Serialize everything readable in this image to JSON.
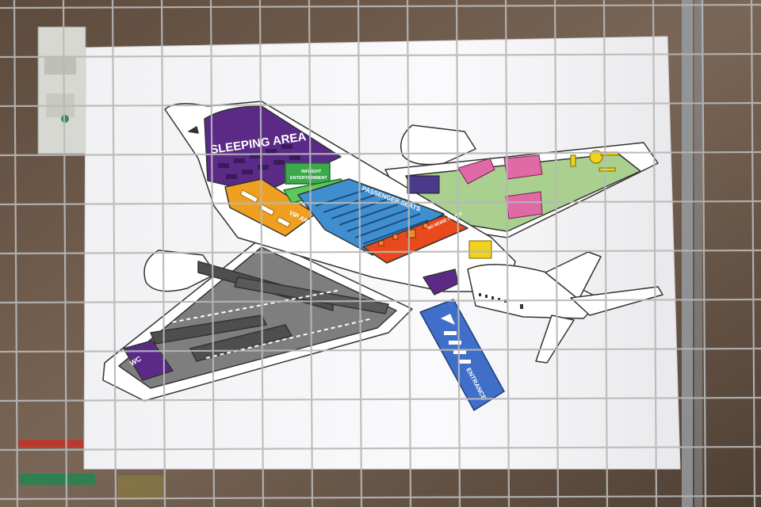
{
  "poster": {
    "labels": {
      "sleeping_area": "SLEEPING AREA",
      "vip_area": "VIP AREA",
      "passenger_seats": "PASSENGER SEATS",
      "inflight_entertainment_1": "INFLIGHT",
      "inflight_entertainment_2": "ENTERTAINMENT",
      "entrance": "ENTRANCE",
      "wc": "WC",
      "no_more_touch": "NO MORE TOUCH"
    },
    "colors": {
      "sleeping_area": "#5a2a86",
      "vip_area": "#f0a020",
      "passenger_seats": "#3f8fd0",
      "cargo_floor": "#a9d08e",
      "lower_deck": "#7e7e7e",
      "entrance_ramp": "#3f6fc8",
      "bar_counter": "#e84a1c",
      "props_pink": "#e06aa6",
      "props_yellow": "#f2d21a",
      "wc": "#5a2a86"
    }
  }
}
